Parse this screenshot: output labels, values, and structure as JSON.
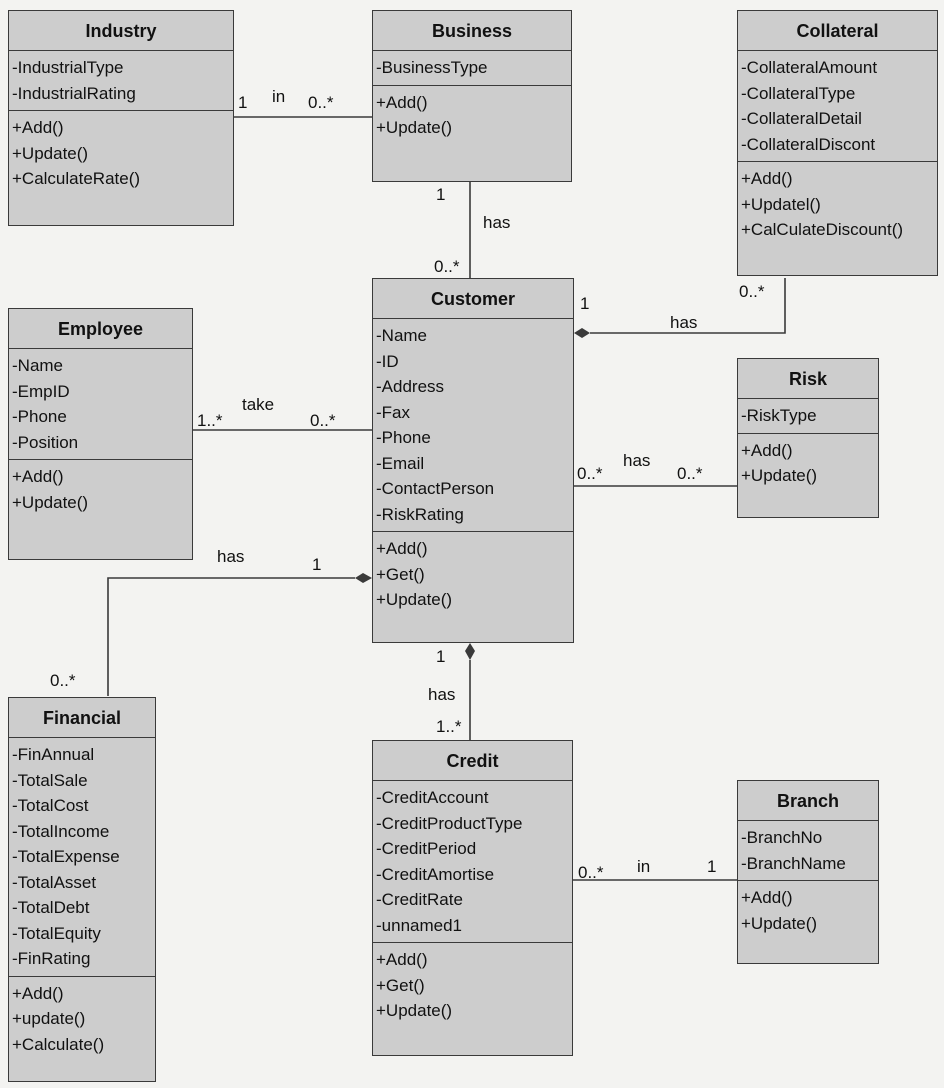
{
  "classes": {
    "industry": {
      "name": "Industry",
      "attributes": [
        "-IndustrialType",
        "-IndustrialRating"
      ],
      "operations": [
        "+Add()",
        "+Update()",
        "+CalculateRate()"
      ]
    },
    "business": {
      "name": "Business",
      "attributes": [
        "-BusinessType"
      ],
      "operations": [
        "+Add()",
        "+Update()"
      ]
    },
    "collateral": {
      "name": "Collateral",
      "attributes": [
        "-CollateralAmount",
        "-CollateralType",
        "-CollateralDetail",
        "-CollateralDiscont"
      ],
      "operations": [
        "+Add()",
        "+Updatel()",
        "+CalCulateDiscount()"
      ]
    },
    "employee": {
      "name": "Employee",
      "attributes": [
        "-Name",
        "-EmpID",
        "-Phone",
        "-Position"
      ],
      "operations": [
        "+Add()",
        "+Update()"
      ]
    },
    "customer": {
      "name": "Customer",
      "attributes": [
        "-Name",
        "-ID",
        "-Address",
        "-Fax",
        "-Phone",
        "-Email",
        "-ContactPerson",
        "-RiskRating"
      ],
      "operations": [
        "+Add()",
        "+Get()",
        "+Update()"
      ]
    },
    "risk": {
      "name": "Risk",
      "attributes": [
        "-RiskType"
      ],
      "operations": [
        "+Add()",
        "+Update()"
      ]
    },
    "financial": {
      "name": "Financial",
      "attributes": [
        "-FinAnnual",
        "-TotalSale",
        "-TotalCost",
        "-TotalIncome",
        "-TotalExpense",
        "-TotalAsset",
        "-TotalDebt",
        "-TotalEquity",
        "-FinRating"
      ],
      "operations": [
        "+Add()",
        "+update()",
        "+Calculate()"
      ]
    },
    "credit": {
      "name": "Credit",
      "attributes": [
        "-CreditAccount",
        "-CreditProductType",
        "-CreditPeriod",
        "-CreditAmortise",
        "-CreditRate",
        "-unnamed1"
      ],
      "operations": [
        "+Add()",
        "+Get()",
        "+Update()"
      ]
    },
    "branch": {
      "name": "Branch",
      "attributes": [
        "-BranchNo",
        "-BranchName"
      ],
      "operations": [
        "+Add()",
        "+Update()"
      ]
    }
  },
  "associations": {
    "industry_business": {
      "label": "in",
      "end_a": "1",
      "end_b": "0..*"
    },
    "business_customer": {
      "label": "has",
      "end_a": "1",
      "end_b": "0..*"
    },
    "collateral_customer": {
      "label": "has",
      "end_a": "0..*",
      "end_b": "1"
    },
    "employee_customer": {
      "label": "take",
      "end_a": "1..*",
      "end_b": "0..*"
    },
    "customer_risk": {
      "label": "has",
      "end_a": "0..*",
      "end_b": "0..*"
    },
    "financial_customer": {
      "label": "has",
      "end_a": "0..*",
      "end_b": "1"
    },
    "customer_credit": {
      "label": "has",
      "end_a": "1",
      "end_b": "1..*"
    },
    "credit_branch": {
      "label": "in",
      "end_a": "0..*",
      "end_b": "1"
    }
  },
  "colors": {
    "box_fill": "#cdcdcd",
    "line": "#3a3a3a",
    "background": "#f3f3f1"
  }
}
